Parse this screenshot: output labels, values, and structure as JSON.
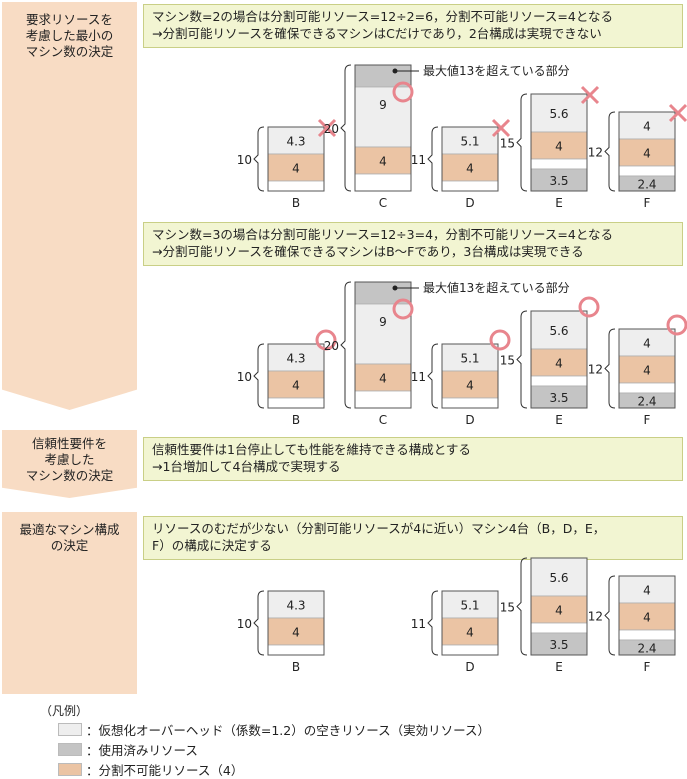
{
  "steps": [
    {
      "label": "要求リソースを\n考慮した最小の\nマシン数の決定"
    },
    {
      "label": "信頼性要件を\n考慮した\nマシン数の決定"
    },
    {
      "label": "最適なマシン構成\nの決定"
    }
  ],
  "notes": [
    {
      "text": "マシン数=2の場合は分割可能リソース=12÷2=6，分割不可能リソース=4となる\n→分割可能リソースを確保できるマシンはCだけであり，2台構成は実現できない"
    },
    {
      "text": "マシン数=3の場合は分割可能リソース=12÷3=4，分割不可能リソース=4となる\n→分割可能リソースを確保できるマシンはB～Fであり，3台構成は実現できる"
    },
    {
      "text": "信頼性要件は1台停止しても性能を維持できる構成とする\n→1台増加して4台構成で実現する"
    },
    {
      "text": "リソースのむだが少ない（分割可能リソースが4に近い）マシン4台（B，D，E，\nF）の構成に決定する"
    }
  ],
  "callout": "最大値13を超えている部分",
  "colors": {
    "effective": "#eeeeee",
    "used": "#c4c4c4",
    "fixed": "#ebc4a4",
    "free": "#ffffff",
    "mark": "#e8858d"
  },
  "machines": {
    "B": {
      "total": "10",
      "effective": "4.3",
      "fixed": "4",
      "used": ""
    },
    "C": {
      "total": "20",
      "effective": "9",
      "fixed": "4",
      "used": ""
    },
    "D": {
      "total": "11",
      "effective": "5.1",
      "fixed": "4",
      "used": ""
    },
    "E": {
      "total": "15",
      "effective": "5.6",
      "fixed": "4",
      "used": "3.5"
    },
    "F": {
      "total": "12",
      "effective": "4",
      "fixed": "4",
      "used": "2.4"
    }
  },
  "rows": [
    {
      "machines": [
        "B",
        "C",
        "D",
        "E",
        "F"
      ],
      "marks": {
        "B": "cross",
        "C": "circle",
        "D": "cross",
        "E": "cross",
        "F": "cross"
      }
    },
    {
      "machines": [
        "B",
        "C",
        "D",
        "E",
        "F"
      ],
      "marks": {
        "B": "circle",
        "C": "circle",
        "D": "circle",
        "E": "circle",
        "F": "circle"
      }
    },
    {
      "machines": [
        "B",
        "D",
        "E",
        "F"
      ],
      "marks": {}
    }
  ],
  "legend": {
    "title": "（凡例）",
    "items": [
      {
        "label": "：仮想化オーバーヘッド（係数=1.2）の空きリソース（実効リソース）",
        "color": "#eeeeee"
      },
      {
        "label": "：使用済みリソース",
        "color": "#c4c4c4"
      },
      {
        "label": "：分割不可能リソース（4）",
        "color": "#ebc4a4"
      }
    ]
  }
}
